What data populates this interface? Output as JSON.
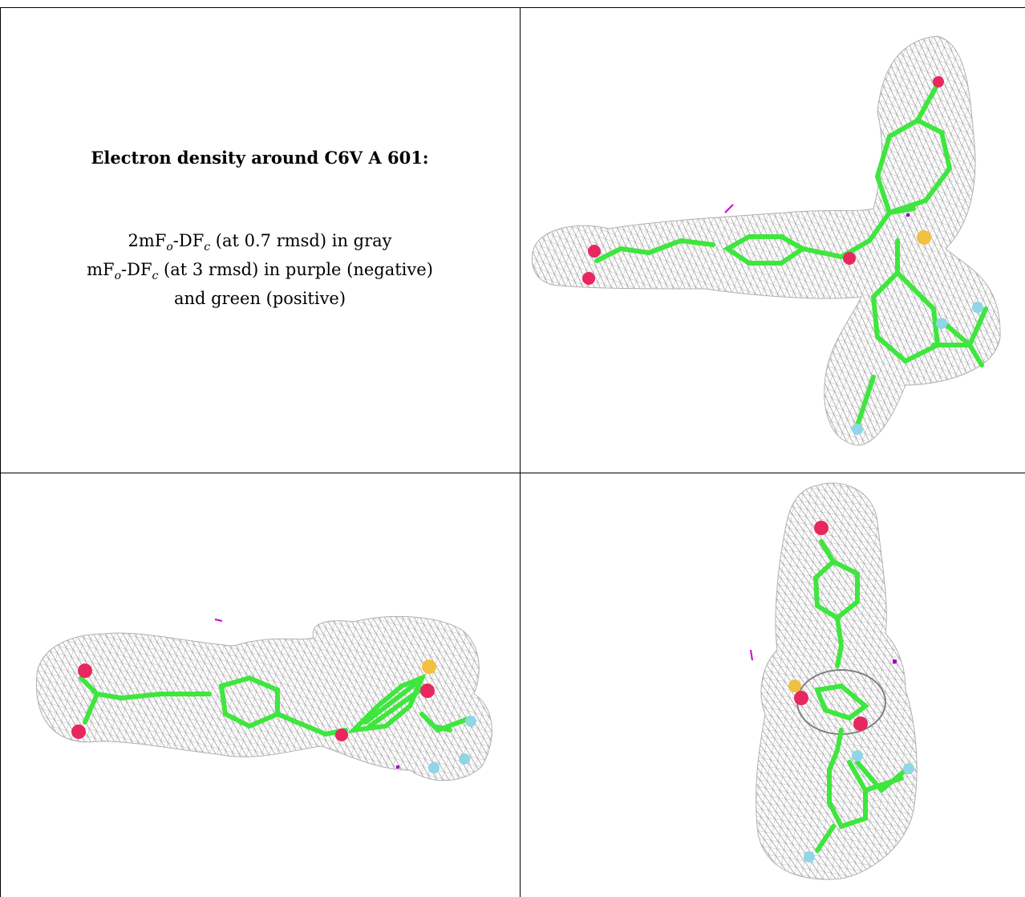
{
  "caption": {
    "title": "Electron density around C6V A 601:",
    "line1": {
      "prefix": "2mF",
      "sub1": "o",
      "mid": "-DF",
      "sub2": "c",
      "suffix": " (at 0.7 rmsd) in gray"
    },
    "line2": {
      "prefix": "mF",
      "sub1": "o",
      "mid": "-DF",
      "sub2": "c",
      "suffix": " (at 3 rmsd) in purple (negative)"
    },
    "line3": "and green (positive)"
  },
  "colors": {
    "mesh": "#9a9a9a",
    "carbon": "#3ee63e",
    "oxygen": "#e8275e",
    "sulfur": "#f2c040",
    "fluorine": "#8fd6e6",
    "negative_density": "#b000c8",
    "positive_density": "#00c000",
    "border": "#000000"
  },
  "panels": [
    {
      "view": "top-right",
      "icon": "ligand-density-view-1"
    },
    {
      "view": "bottom-left",
      "icon": "ligand-density-view-2"
    },
    {
      "view": "bottom-right",
      "icon": "ligand-density-view-3"
    }
  ]
}
